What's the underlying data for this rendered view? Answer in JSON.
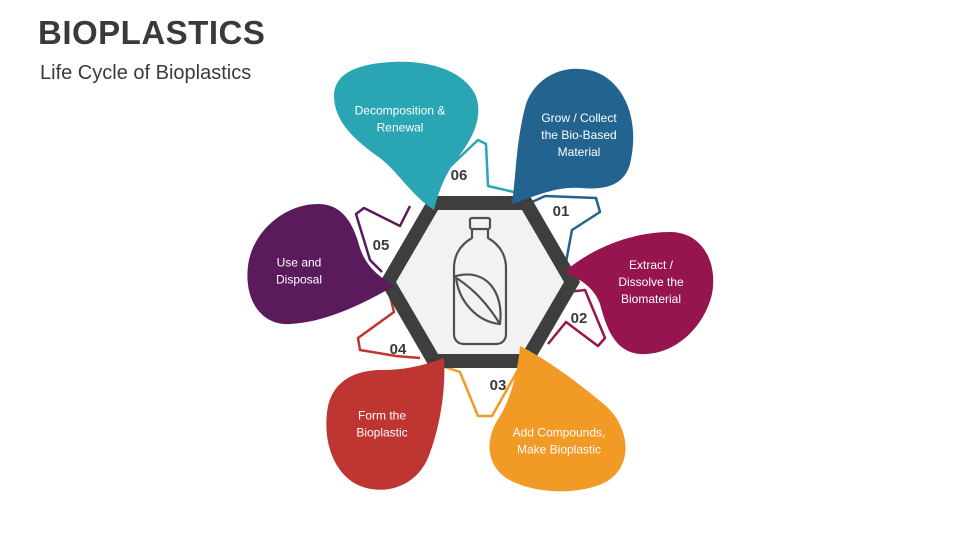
{
  "header": {
    "title": "BIOPLASTICS",
    "subtitle": "Life Cycle of Bioplastics"
  },
  "center": {
    "icon": "bottle-leaf-icon"
  },
  "steps": [
    {
      "number": "01",
      "lines": [
        "Grow / Collect",
        "the Bio-Based",
        "Material"
      ],
      "color": "#22638f"
    },
    {
      "number": "02",
      "lines": [
        "Extract /",
        "Dissolve the",
        "Biomaterial"
      ],
      "color": "#97154f"
    },
    {
      "number": "03",
      "lines": [
        "Add Compounds,",
        "Make Bioplastic"
      ],
      "color": "#f19a25"
    },
    {
      "number": "04",
      "lines": [
        "Form the",
        "Bioplastic"
      ],
      "color": "#bf3532"
    },
    {
      "number": "05",
      "lines": [
        "Use and",
        "Disposal"
      ],
      "color": "#5a1a5c"
    },
    {
      "number": "06",
      "lines": [
        "Decomposition &",
        "Renewal"
      ],
      "color": "#2aa5b3"
    }
  ]
}
